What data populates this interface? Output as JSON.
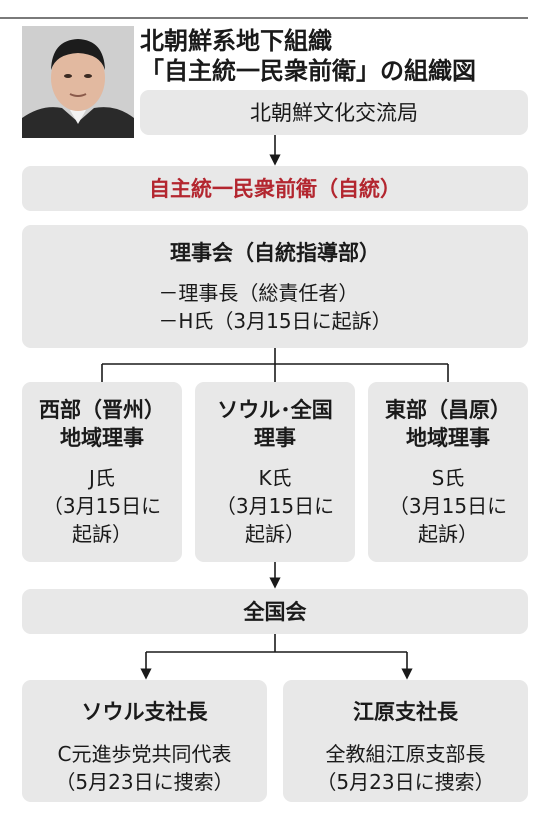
{
  "title": {
    "line1": "北朝鮮系地下組織",
    "line2": "「自主統一民衆前衛」の組織図"
  },
  "nodes": {
    "bureau": "北朝鮮文化交流局",
    "jito": "自主統一民衆前衛（自統）",
    "council": {
      "name": "理事会（自統指導部）",
      "line1": "－理事長（総責任者）",
      "line2": "－H氏（3月15日に起訴）"
    },
    "west": {
      "name1": "西部（晋州）",
      "name2": "地域理事",
      "person": "J氏",
      "note1": "（3月15日に",
      "note2": "起訴）"
    },
    "seoul": {
      "name1": "ソウル･全国",
      "name2": "理事",
      "person": "K氏",
      "note1": "（3月15日に",
      "note2": "起訴）"
    },
    "east": {
      "name1": "東部（昌原）",
      "name2": "地域理事",
      "person": "S氏",
      "note1": "（3月15日に",
      "note2": "起訴）"
    },
    "national": "全国会",
    "seoul_branch": {
      "name": "ソウル支社長",
      "person": "C元進歩党共同代表",
      "note": "（5月23日に捜索）"
    },
    "gangwon_branch": {
      "name": "江原支社長",
      "person": "全教組江原支部長",
      "note": "（5月23日に捜索）"
    }
  },
  "colors": {
    "box_fill": "#e8e8e8",
    "accent_red": "#b3262f",
    "line": "#1a1a1a"
  }
}
